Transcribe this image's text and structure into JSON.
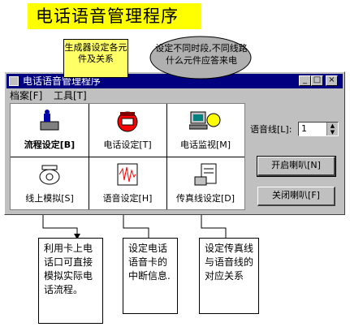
{
  "banner": {
    "title": "电话语音管理程序"
  },
  "callouts": {
    "generator": "生成器设定各元件及关系",
    "timeslot": "设定不同时段,不同线路什么元件应答来电"
  },
  "window": {
    "title": "电话语音管理程序",
    "menus": [
      "档案[F]",
      "工具[T]"
    ]
  },
  "grid": {
    "cells": [
      {
        "label": "流程设定[B]",
        "icon": "flow-setting-icon"
      },
      {
        "label": "电话设定[T]",
        "icon": "phone-setting-icon"
      },
      {
        "label": "电话监视[M]",
        "icon": "phone-monitor-icon"
      },
      {
        "label": "线上模拟[S]",
        "icon": "online-simulation-icon"
      },
      {
        "label": "语音设定[H]",
        "icon": "voice-setting-icon"
      },
      {
        "label": "传真线设定[D]",
        "icon": "fax-line-setting-icon"
      }
    ]
  },
  "controls": {
    "voice_line_label": "语音线[L]:",
    "voice_line_value": "1",
    "open_speaker": "开启喇叭[N]",
    "close_speaker": "关闭喇叭[F]"
  },
  "notes": {
    "simulation": "利用卡上电话口可直接模拟实际电话流程。",
    "voice": "设定电话语音卡的中断信息.",
    "fax": "设定传真线与语音线的对应关系"
  },
  "colors": {
    "banner": "#ffff00",
    "callout": "#ffff66",
    "cloud": "#b0b0b0",
    "titlebar": "#000080"
  }
}
